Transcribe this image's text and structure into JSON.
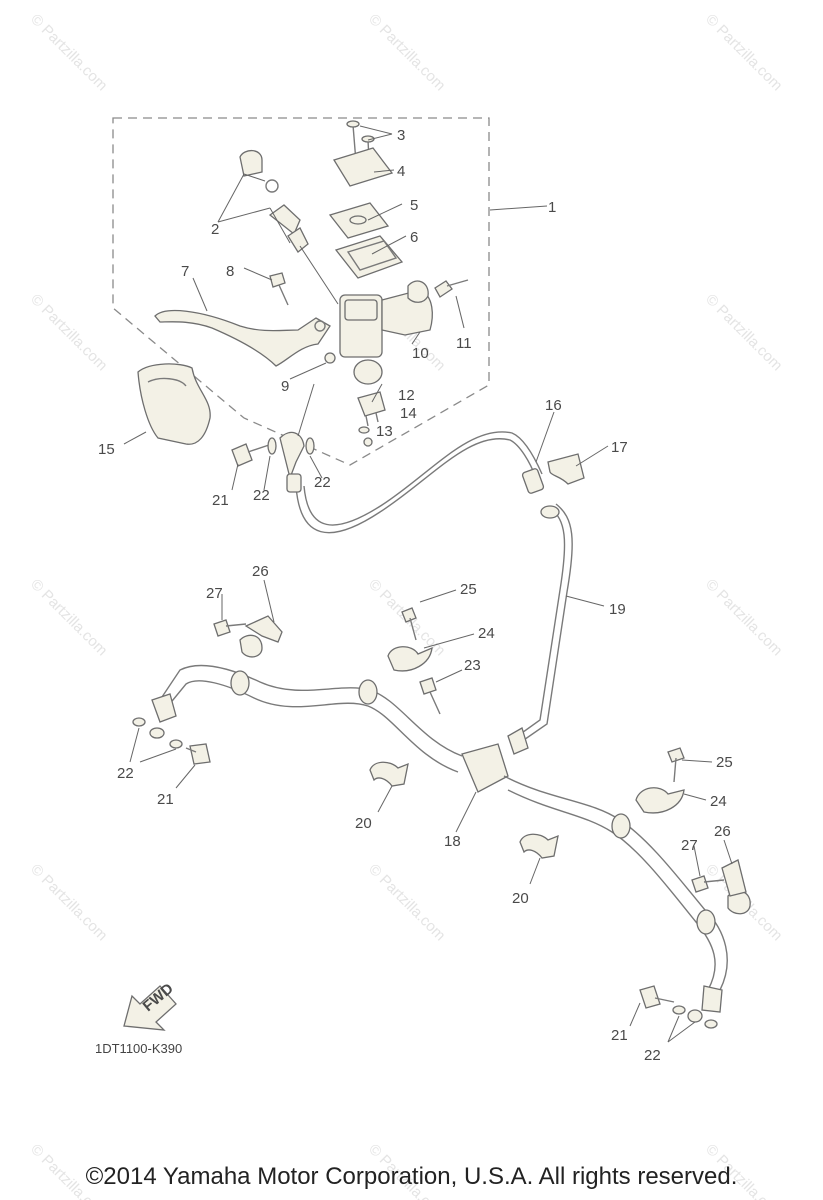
{
  "watermark": "© Partzilla.com",
  "callouts": [
    "1",
    "2",
    "3",
    "4",
    "5",
    "6",
    "7",
    "8",
    "9",
    "10",
    "11",
    "12",
    "13",
    "14",
    "15",
    "16",
    "17",
    "18",
    "19",
    "20",
    "20",
    "21",
    "21",
    "21",
    "22",
    "22",
    "22",
    "22",
    "23",
    "24",
    "24",
    "25",
    "25",
    "26",
    "26",
    "27",
    "27"
  ],
  "fwd_label": "FWD",
  "diagram_code": "1DT1100-K390",
  "copyright": "©2014 Yamaha Motor Corporation, U.S.A. All rights reserved."
}
